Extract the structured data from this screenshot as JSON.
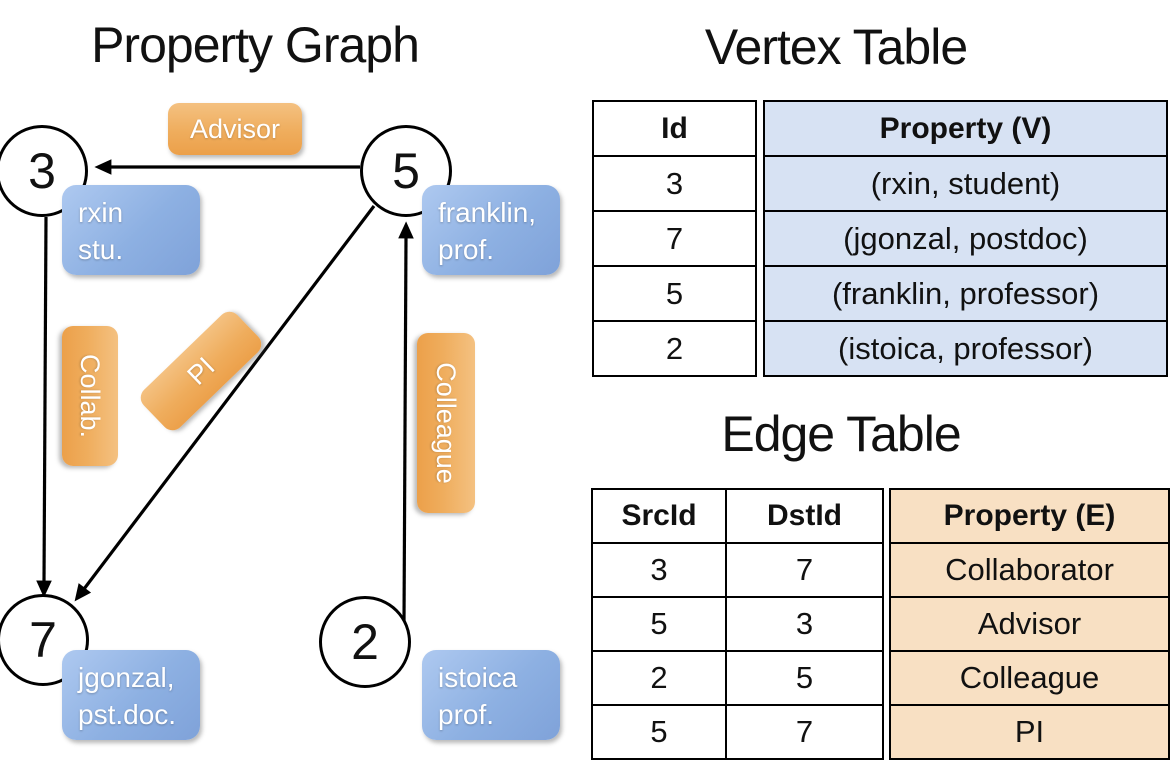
{
  "graph": {
    "title": "Property Graph",
    "vertices": {
      "v3": {
        "id": "3",
        "line1": "rxin",
        "line2": "stu."
      },
      "v5": {
        "id": "5",
        "line1": "franklin,",
        "line2": "prof."
      },
      "v7": {
        "id": "7",
        "line1": "jgonzal,",
        "line2": "pst.doc."
      },
      "v2": {
        "id": "2",
        "line1": "istoica",
        "line2": "prof."
      }
    },
    "edge_labels": {
      "advisor": "Advisor",
      "collab": "Collab.",
      "pi": "PI",
      "colleague": "Colleague"
    }
  },
  "vertex_table": {
    "title": "Vertex Table",
    "columns": {
      "id": "Id",
      "property": "Property (V)"
    },
    "rows": [
      {
        "id": "3",
        "property": "(rxin, student)"
      },
      {
        "id": "7",
        "property": "(jgonzal, postdoc)"
      },
      {
        "id": "5",
        "property": "(franklin, professor)"
      },
      {
        "id": "2",
        "property": "(istoica, professor)"
      }
    ]
  },
  "edge_table": {
    "title": "Edge Table",
    "columns": {
      "src": "SrcId",
      "dst": "DstId",
      "property": "Property (E)"
    },
    "rows": [
      {
        "src": "3",
        "dst": "7",
        "property": "Collaborator"
      },
      {
        "src": "5",
        "dst": "3",
        "property": "Advisor"
      },
      {
        "src": "2",
        "dst": "5",
        "property": "Colleague"
      },
      {
        "src": "5",
        "dst": "7",
        "property": "PI"
      }
    ]
  },
  "colors": {
    "edge_label_orange_top": "#f4c181",
    "edge_label_orange_bottom": "#eca04a",
    "vertex_box_blue_top": "#aec9f0",
    "vertex_box_blue_bottom": "#7fa2d9",
    "vertex_table_cell_bg": "#d7e2f3",
    "edge_table_cell_bg": "#f8e0c3",
    "edge_stroke": "#000000"
  }
}
